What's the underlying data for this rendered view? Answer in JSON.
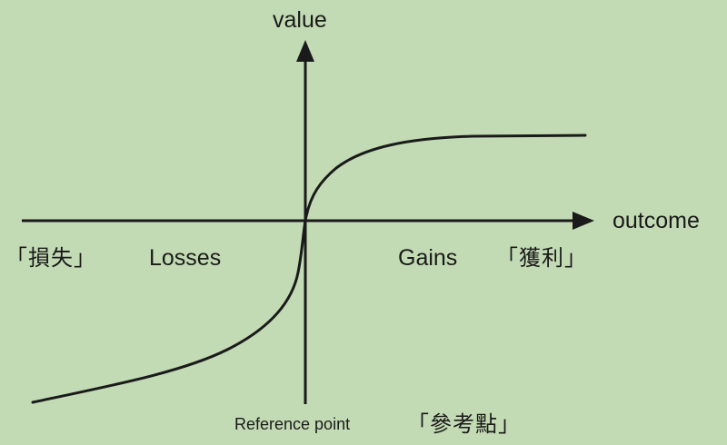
{
  "diagram": {
    "y_axis_label": "value",
    "x_axis_label": "outcome",
    "losses_label": "Losses",
    "gains_label": "Gains",
    "losses_label_cn": "「損失」",
    "gains_label_cn": "「獲利」",
    "reference_label": "Reference point",
    "reference_label_cn": "「參考點」"
  },
  "colors": {
    "background": "#c3dbb4",
    "ink": "#1a1a1a"
  }
}
